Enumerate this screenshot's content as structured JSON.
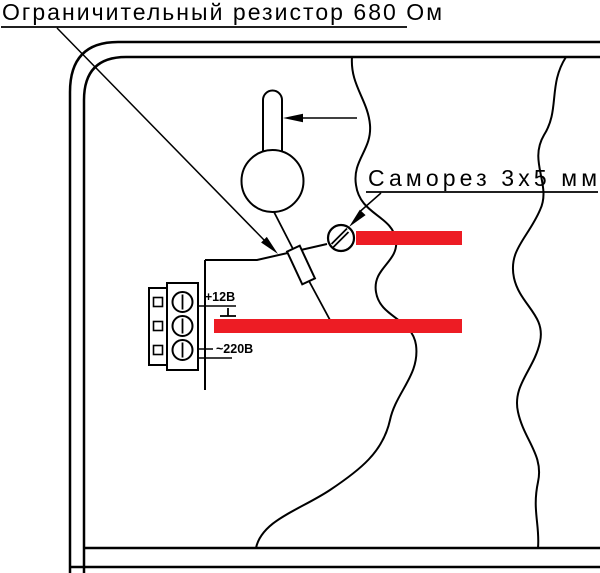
{
  "diagram": {
    "callouts": {
      "resistor": "Ограничительный резистор 680 Ом",
      "screw": "Саморез 3х5 мм"
    },
    "terminal_labels": {
      "plus12v": "+12В",
      "ac220v": "~220В"
    },
    "colors": {
      "line": "#000000",
      "wire_red": "#ed1c24",
      "background": "#ffffff"
    }
  }
}
